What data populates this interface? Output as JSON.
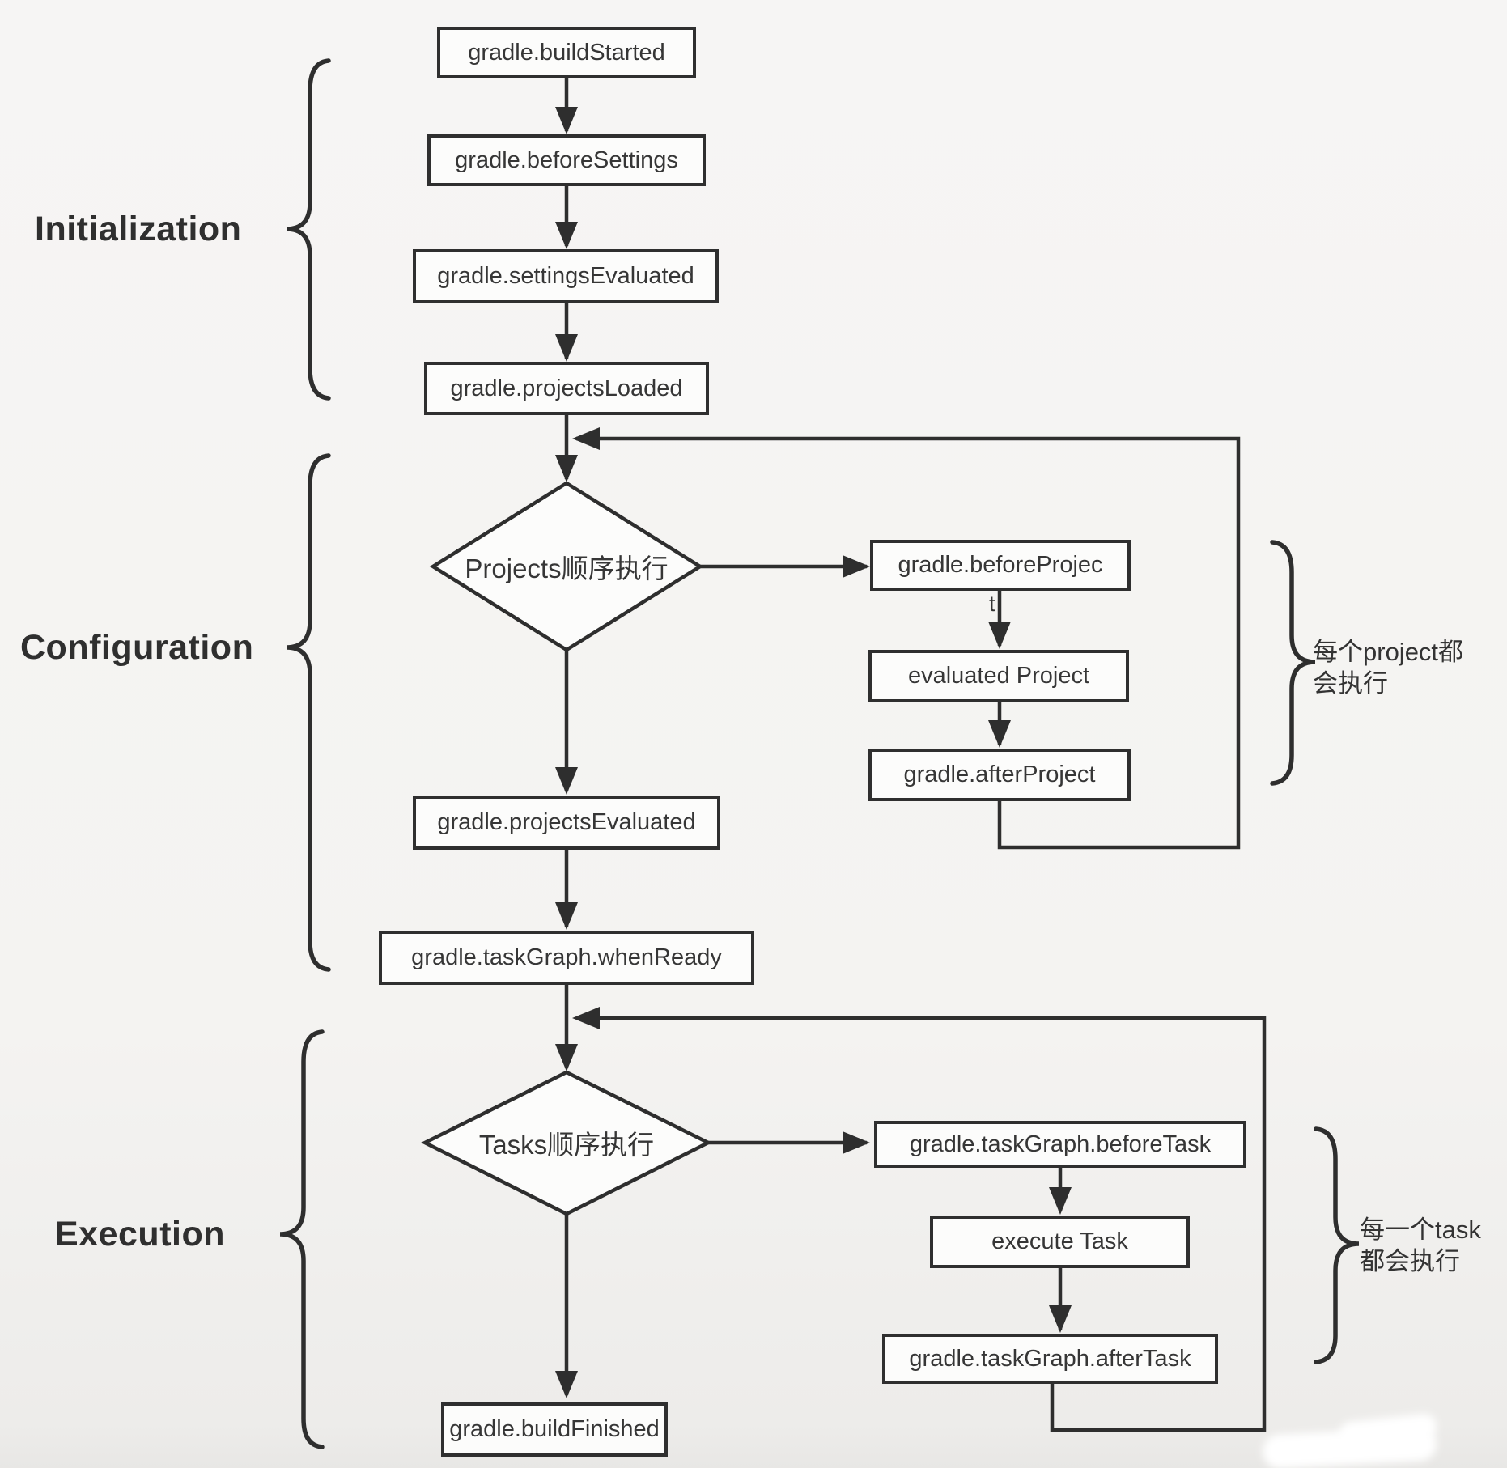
{
  "meta": {
    "background_color": "#f4f3f1",
    "ink_color": "#2e2e2e",
    "box_fill_color": "#fcfcfb"
  },
  "sections": {
    "initialization": {
      "label": "Initialization"
    },
    "configuration": {
      "label": "Configuration"
    },
    "execution": {
      "label": "Execution"
    }
  },
  "nodes": {
    "build_started": {
      "label": "gradle.buildStarted"
    },
    "before_settings": {
      "label": "gradle.beforeSettings"
    },
    "settings_evaluated": {
      "label": "gradle.settingsEvaluated"
    },
    "projects_loaded": {
      "label": "gradle.projectsLoaded"
    },
    "before_project": {
      "label": "gradle.beforeProjec",
      "overflow": "t"
    },
    "evaluated_project": {
      "label": "evaluated Project"
    },
    "after_project": {
      "label": "gradle.afterProject"
    },
    "projects_evaluated": {
      "label": "gradle.projectsEvaluated"
    },
    "when_ready": {
      "label": "gradle.taskGraph.whenReady"
    },
    "before_task": {
      "label": "gradle.taskGraph.beforeTask"
    },
    "execute_task": {
      "label": "execute Task"
    },
    "after_task": {
      "label": "gradle.taskGraph.afterTask"
    },
    "build_finished": {
      "label": "gradle.buildFinished"
    }
  },
  "decisions": {
    "projects": {
      "label": "Projects顺序执行"
    },
    "tasks": {
      "label": "Tasks顺序执行"
    }
  },
  "annotations": {
    "project_loop": {
      "line1": "每个project都",
      "line2": "会执行"
    },
    "task_loop": {
      "line1": "每一个task",
      "line2": "都会执行"
    }
  }
}
